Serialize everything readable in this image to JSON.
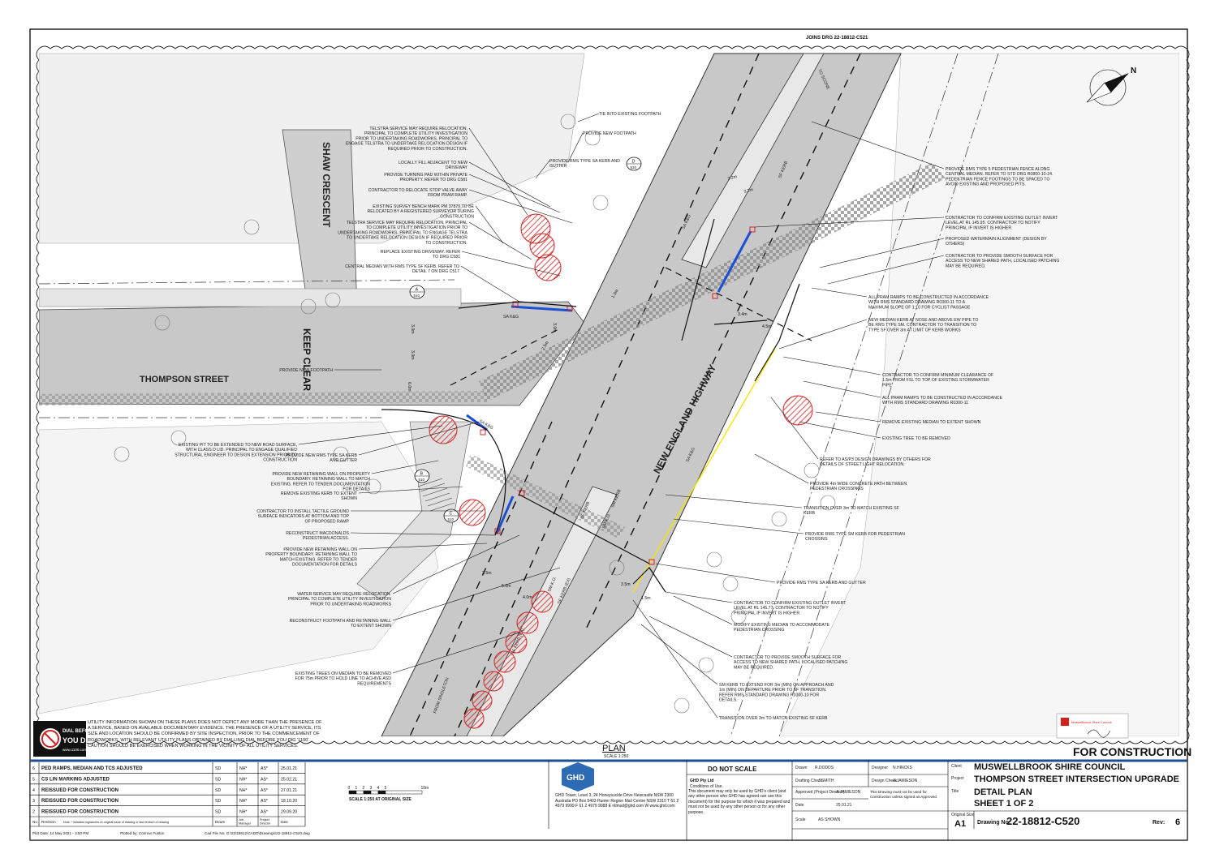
{
  "header": {
    "join_ref": "JOINS DRG 22-18812-C521"
  },
  "roads": {
    "shaw": "SHAW CRESCENT",
    "thompson": "THOMPSON STREET",
    "highway": "NEW ENGLAND HIGHWAY",
    "to_scone": "TO SCONE",
    "from_singleton": "FROM SINGLETON",
    "keep_clear": "KEEP CLEAR"
  },
  "kerbs": {
    "sa_kg_1": "SA K&G",
    "sa_kg_2": "SA K&G",
    "sa_kg_3": "SA K&G",
    "sa_kg_4": "SA K&G",
    "sf_kerb_1": "SF KERB",
    "sf_kerb_2": "SF KERB",
    "sm_kerb": "SM KERB",
    "sm_ko_1": "SM K.O.",
    "sm_ko_2": "SM K.O.",
    "sf_kerb_ex": "SF KERB (EX)"
  },
  "bubbles": [
    {
      "letter": "A",
      "sheet": "510"
    },
    {
      "letter": "B",
      "sheet": "510"
    },
    {
      "letter": "C",
      "sheet": "510"
    },
    {
      "letter": "D",
      "sheet": "510"
    }
  ],
  "notes_top": [
    "TIE INTO EXISTING FOOTPATH",
    "PROVIDE NEW FOOTPATH",
    "PROVIDE RMS TYPE SA KERB AND GUTTER"
  ],
  "notes_left": [
    "TELSTRA SERVICE MAY REQUIRE RELOCATION, PRINCIPAL TO COMPLETE UTILITY INVESTIGATION PRIOR TO UNDERTAKING ROADWORKS. PRINCIPAL TO ENGAGE TELSTRA TO UNDERTAKE RELOCATION DESIGN IF REQUIRED PRIOR TO CONSTRUCTION.",
    "LOCALLY FILL ADJACENT TO NEW DRIVEWAY",
    "PROVIDE TURNING PAD WITHIN PRIVATE PROPERTY. REFER TO DRG C581",
    "CONTRACTOR TO RELOCATE STOP VALVE AWAY FROM PRAM RAMP.",
    "EXISTING SURVEY BENCH MARK PM 37870 TO BE RELOCATED BY A REGISTERED SURVEYOR DURING CONSTRUCTION",
    "TELSTRA SERVICE MAY REQUIRE RELOCATION, PRINCIPAL TO COMPLETE UTILITY INVESTIGATION PRIOR TO UNDERTAKING ROADWORKS, PRINCIPAL TO ENGAGE TELSTRA TO UNDERTAKE RELOCATION DESIGN IF REQUIRED PRIOR TO CONSTRUCTION.",
    "REPLACE EXISTING DRIVEWAY. REFER TO DRG C581",
    "CENTRAL MEDIAN WITH RMS TYPE SF KERB. REFER TO DETAIL 7 ON DRG C517",
    "PROVIDE NEW FOOTPATH",
    "EXISTING PIT TO BE EXTENDED TO NEW ROAD SURFACE, WITH CLASS D LID. PRINCIPAL TO ENGAGE QUALIFIED STRUCTURAL ENGINEER TO DESIGN EXTENSION PRIOR TO CONSTRUCTION",
    "PROVIDE NEW RMS TYPE SA KERB AND GUTTER",
    "PROVIDE NEW RETAINING WALL ON PROPERTY BOUNDARY. RETAINING WALL TO MATCH EXISTING. REFER TO TENDER DOCUMENTATION FOR DETAILS",
    "REMOVE EXISTING KERB TO EXTENT SHOWN",
    "CONTRACTOR TO INSTALL TACTILE GROUND SURFACE INDICATORS AT BOTTOM AND TOP OF PROPOSED RAMP",
    "RECONSTRUCT MACDONALDS PEDESTRIAN ACCESS.",
    "PROVIDE NEW RETAINING WALL ON PROPERTY BOUNDARY. RETAINING WALL TO MATCH EXISTING. REFER TO TENDER DOCUMENTATION FOR DETAILS",
    "WATER SERVICE MAY REQUIRE RELOCATION. PRINCIPAL TO COMPLETE UTILITY INVESTIGATION PRIOR TO UNDERTAKING ROADWORKS",
    "RECONSTRUCT FOOTPATH AND RETAINING WALL TO EXTENT SHOWN",
    "EXISTING TREES ON MEDIAN TO BE REMOVED FOR 75m PRIOR TO HOLD LINE TO ACHIVE ASD REQUIREMENTS"
  ],
  "notes_right": [
    "PROVIDE RMS TYPE 5 PEDESTRIAN FENCE ALONG CENTRAL MEDIAN. REFER TO STD DRG R0800-10-24. PEDESTRIAN FENCE FOOTINGS TO BE SPACED TO AVOID EXISTING AND PROPOSED PITS.",
    "CONTRACTOR TO CONFIRM EXISTING OUTLET INVERT LEVEL AT RL 145.95. CONTRACTOR TO NOTIFY PRINCIPAL IF INVERT IS HIGHER.",
    "PROPOSED WATERMAIN ALIGNMENT (DESIGN BY OTHERS)",
    "CONTRACTOR TO PROVIDE SMOOTH SURFACE FOR ACCESS TO NEW SHARED PATH, LOCALISED PATCHING MAY BE REQUIRED.",
    "ALL PRAM RAMPS TO BE CONSTRUCTED IN ACCORDANCE WITH RMS STANDARD DRAWING R0300-11 TO A MAXIMUM SLOPE OF 1:10 FOR CYCLIST PASSAGE",
    "NEW MEDIAN KERB AT NOSE AND ABOVE EW PIPE TO BE RMS TYPE SM. CONTRACTOR TO TRANSITION TO TYPE SF OVER 3m AT LIMIT OF KERB WORKS",
    "CONTRACTOR TO CONFIRM MINIMUM CLEARANCE OF 1.5m FROM FSL TO TOP OF EXISTING STORMWATER PIPE",
    "ALL PRAM RAMPS TO BE CONSTRUCTED IN ACCORDANCE WITH RMS STANDARD DRAWING R0300-11",
    "REMOVE EXISTING MEDIAN TO EXTENT SHOWN",
    "EXISTING TREE TO BE REMOVED",
    "REFER TO AS/P3 DESIGN DRAWINGS BY OTHERS FOR DETAILS OF STREET LIGHT RELOCATION.",
    "PROVIDE 4m WIDE CONCRETE PATH BETWEEN PEDESTRIAN CROSSINGS",
    "TRANSITION OVER 3m TO MATCH EXISTING SF KERB",
    "PROVIDE RMS TYPE SM KERB FOR PEDESTRIAN CROSSING",
    "PROVIDE RMS TYPE SA KERB AND GUTTER",
    "CONTRACTOR TO CONFIRM EXISTING OUTLET INVERT LEVEL AT RL 145.77. CONTRACTOR TO NOTIFY PRINCIPAL IF INVERT IS HIGHER.",
    "MODIFY EXISTING MEDIAN TO ACCOMMODATE PEDESTRIAN CROSSING",
    "CONTRACTOR TO PROVIDE SMOOTH SURFACE FOR ACCESS TO NEW SHARED PATH, LOCALISED PATCHING MAY BE REQUIRED.",
    "SM KERB TO EXTEND FOR 3m (MIN) ON APPROACH AND 1m (MIN) ON DEPARTURE PRIOR TO SF TRANSITION. REFER RMS STANDARD DRAWING R0300-10 FOR DETAILS.",
    "TRANSITION OVER 3m TO MATCH EXISTING SF KERB"
  ],
  "dims": [
    "3.2m",
    "3.2m",
    "3.4m",
    "4.5m",
    "3.0m",
    "3.0m",
    "6.0m",
    "3.0m",
    "2.5m",
    "5.0m",
    "4.0m",
    "1.3m",
    "2.5m",
    "3.5m",
    "1.5m"
  ],
  "dial": {
    "line1": "DIAL BEFORE",
    "line2": "YOU DIG",
    "url": "www.1100.com.au",
    "disclaimer": "UTILITY INFORMATION SHOWN ON THESE PLANS DOES NOT DEPICT ANY MORE THAN THE PRESENCE OF A SERVICE, BASED ON AVAILABLE DOCUMENTARY EVIDENCE. THE PRESENCE OF A UTILITY SERVICE, ITS SIZE AND LOCATION SHOULD BE CONFIRMED BY SITE INSPECTION, PRIOR TO THE COMMENCEMENT OF ROADWORKS, WITH RELEVANT UTILITY PLANS OBTAINED BY DIALLING DIAL BEFORE YOU DIG '1100'. CAUTION SHOULD BE EXERCISED WHEN WORKING IN THE VICINITY OF ALL UTILITY SERVICES."
  },
  "plan": {
    "title": "PLAN",
    "scale": "SCALE 1:250"
  },
  "for_construction": "FOR CONSTRUCTION",
  "revisions": {
    "rows": [
      {
        "no": "6",
        "text": "PED RAMPS, MEDIAN AND TCS ADJUSTED",
        "drawn": "SD",
        "job": "NH*",
        "proj": "AS*",
        "date": "25.01.21"
      },
      {
        "no": "5",
        "text": "CS LIN MARKING ADJUSTED",
        "drawn": "SD",
        "job": "NH*",
        "proj": "AS*",
        "date": "25.02.21"
      },
      {
        "no": "4",
        "text": "REISSUED FOR CONSTRUCTION",
        "drawn": "SD",
        "job": "NH*",
        "proj": "AS*",
        "date": "27.01.21"
      },
      {
        "no": "3",
        "text": "REISSUED FOR CONSTRUCTION",
        "drawn": "SD",
        "job": "NH*",
        "proj": "AS*",
        "date": "18.10.20"
      },
      {
        "no": "2",
        "text": "REISSUED FOR CONSTRUCTION",
        "drawn": "SD",
        "job": "NH*",
        "proj": "AS*",
        "date": "29.09.20"
      }
    ],
    "header": {
      "no": "No",
      "text": "Revision",
      "note": "Note: * indicates signatures on original issue of drawing or last revision of drawing",
      "drawn": "Drawn",
      "job": "Job Manager",
      "proj": "Project Director",
      "date": "Date"
    }
  },
  "scale_bar": {
    "ticks": [
      "0",
      "1",
      "2",
      "3",
      "4",
      "5",
      "10m"
    ],
    "label": "SCALE 1:250 AT ORIGINAL SIZE"
  },
  "footer": {
    "plot_date": "Plot Date: 14 May 2021 - 3:50 PM",
    "plotted_by": "Plotted by: Corinne Fuston",
    "cad_file": "Cad File No: G:\\22\\18812\\CADD\\Drawings\\22-18812-C520.dwg"
  },
  "ghd": {
    "logo": "GHD",
    "address": "GHD Tower, Level 3, 24 Honeysuckle Drive Newcastle NSW 2300 Australia PO Box 5403 Hunter Region Mail Centre NSW 2310 T 61 2 4979 9999 F 61 2 4979 9988 E ntlmail@ghd.com W www.ghd.com"
  },
  "notice": {
    "dns": "DO NOT SCALE",
    "company": "GHD Pty Ltd",
    "conditions": "Conditions of Use.",
    "text": "This document may only be used by GHD's client (and any other person who GHD has agreed can use this document) for the purpose for which it was prepared and must not be used by any other person or for any other purpose."
  },
  "people": {
    "drawn_lbl": "Drawn",
    "drawn": "R.DODDS",
    "designer_lbl": "Designer",
    "designer": "N.HINCKS",
    "drafting_lbl": "Drafting Check",
    "drafting": "J.SMITH",
    "design_check_lbl": "Design Check",
    "design_check": "A.JAMIESON",
    "approved_lbl": "Approved (Project Director)",
    "approved": "A.JAMIESON",
    "date_lbl": "Date",
    "date": "25.01.21",
    "scale_lbl": "Scale",
    "scale": "AS SHOWN",
    "approval_note": "This Drawing must not be used for Construction unless signed as Approved"
  },
  "title_block": {
    "client_lbl": "Client",
    "client": "MUSWELLBROOK SHIRE COUNCIL",
    "project_lbl": "Project",
    "project": "THOMPSON STREET INTERSECTION UPGRADE",
    "title_lbl": "Title",
    "title1": "DETAIL PLAN",
    "title2": "SHEET 1 OF 2",
    "size_lbl": "Original Size",
    "size": "A1",
    "drawing_no_lbl": "Drawing No:",
    "drawing_no": "22-18812-C520",
    "rev_lbl": "Rev:",
    "rev": "6"
  },
  "stamp": {
    "text": "Muswellbrook Shire Council"
  },
  "colors": {
    "road": "#c8c8c8",
    "pavement": "#dcdcdc",
    "hatch": "#8a8a8a",
    "tree_red": "#d32020",
    "kerb_blue": "#1a4fd6",
    "line_yellow": "#f2e600",
    "ghd_blue": "#2d6cb5",
    "title_bar": "#1e4f8f"
  }
}
